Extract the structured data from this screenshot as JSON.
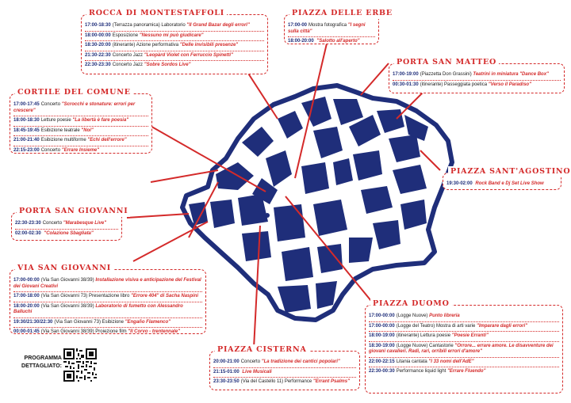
{
  "colors": {
    "map_blue": "#1f2e7a",
    "accent_red": "#d42a2a"
  },
  "boxes": {
    "rocca": {
      "title": "Rocca di Montestaffoli",
      "items": [
        {
          "time": "17:00-18:30",
          "pre": "(Terrazza panoramica) Laboratorio",
          "title": "\"Il Grand Bazar degli errori\"",
          "post": ""
        },
        {
          "time": "18:00-00:00",
          "pre": "Esposizione",
          "title": "\"Nessuno mi può giudicare\"",
          "post": ""
        },
        {
          "time": "18:30-20:00",
          "pre": "(itinerante) Azione performativa",
          "title": "\"Delle invisibili presenze\"",
          "post": ""
        },
        {
          "time": "21:30-22:30",
          "pre": "Concerto Jazz",
          "title": "\"Leopàrd Violet con Ferruccio Spinetti\"",
          "post": ""
        },
        {
          "time": "22:30-23:30",
          "pre": "Concerto Jazz",
          "title": "\"Sobre Sordos Live\"",
          "post": ""
        }
      ]
    },
    "erbe": {
      "title": "Piazza delle Erbe",
      "items": [
        {
          "time": "17:00-00",
          "pre": "Mostra fotografica",
          "title": "\"I segni sulla città\"",
          "post": ""
        },
        {
          "time": "18:00-20:00",
          "pre": "",
          "title": "\"Salotto all'aperto\"",
          "post": ""
        }
      ]
    },
    "matteo": {
      "title": "Porta San Matteo",
      "items": [
        {
          "time": "17:00-19:00",
          "pre": "(Piazzetta Don Grassini)",
          "title": "Teatrini in miniatura \"Dance Box\"",
          "post": ""
        },
        {
          "time": "00:30-01:30",
          "pre": "(itinerante) Passeggiata poetica",
          "title": "\"Verso il Paradiso\"",
          "post": ""
        }
      ]
    },
    "comune": {
      "title": "Cortile del Comune",
      "items": [
        {
          "time": "17:00-17:45",
          "pre": "Concerto",
          "title": "\"Scrocchi e stonature: errori per crescere\"",
          "post": ""
        },
        {
          "time": "18:00-18:30",
          "pre": "Letture poesie",
          "title": "\"La libertà è fare poesia\"",
          "post": ""
        },
        {
          "time": "18:45-19:45",
          "pre": "Esibizione teatrale",
          "title": "\"Noi\"",
          "post": ""
        },
        {
          "time": "21:00-21:40",
          "pre": "Esibizione multiforme",
          "title": "\"Echi dell'errore\"",
          "post": ""
        },
        {
          "time": "22:15-23:00",
          "pre": "Concerto",
          "title": "\"Errare Insieme\"",
          "post": ""
        }
      ]
    },
    "agostino": {
      "title": "Piazza Sant'Agostino",
      "items": [
        {
          "time": "19:30-02:00",
          "pre": "",
          "title": "Rock Band e Dj Set Live Show",
          "post": ""
        }
      ]
    },
    "giovanni_porta": {
      "title": "Porta San Giovanni",
      "items": [
        {
          "time": "22:30-23:30",
          "pre": "Concerto",
          "title": "\"Marabesque Live\"",
          "post": ""
        },
        {
          "time": "02:00-02:30",
          "pre": "",
          "title": "\"Colazione Sbagliata\"",
          "post": ""
        }
      ]
    },
    "via": {
      "title": "Via San Giovanni",
      "items": [
        {
          "time": "17:00-00:00",
          "pre": "(Via San Giovanni 38/39)",
          "title": "Installazione visiva e anticipazione del Festival dei Giovani Creativi",
          "post": ""
        },
        {
          "time": "17:00-18:00",
          "pre": "(Via San Giovanni 73) Presentazione libro",
          "title": "\"Errore 404\" di Sacha Naspini",
          "post": ""
        },
        {
          "time": "18:00-20:00",
          "pre": "(Via San Giovanni 38/39)",
          "title": "Laboratorio di fumetto con Alessandro Balluchi",
          "post": ""
        },
        {
          "time": "19:30/21:30/22:30",
          "pre": "(Via San Giovanni 73) Esibizione",
          "title": "\"Engaño Flamenco\"",
          "post": ""
        },
        {
          "time": "00:00-01:45",
          "pre": "(Via San Giovanni 38/39) Proiezione film",
          "title": "\"Il Corvo - trentennale\"",
          "post": ""
        }
      ]
    },
    "cisterna": {
      "title": "Piazza Cisterna",
      "items": [
        {
          "time": "20:00-21:00",
          "pre": "Concerto",
          "title": "\"La tradizione dei cantici popolari\"",
          "post": ""
        },
        {
          "time": "21:15-01:00",
          "pre": "",
          "title": "Live Musicali",
          "post": ""
        },
        {
          "time": "23:30-23:50",
          "pre": "(Via del Castello 11) Performance",
          "title": "\"Errant Psalms\"",
          "post": ""
        }
      ]
    },
    "duomo": {
      "title": "Piazza Duomo",
      "items": [
        {
          "time": "17:00-00:00",
          "pre": "(Logge Nuove)",
          "title": "Punto libreria",
          "post": ""
        },
        {
          "time": "17:00-00:00",
          "pre": "(Logge del Teatro) Mostra di arti varie",
          "title": "\"Imparare dagli errori\"",
          "post": ""
        },
        {
          "time": "18:00-19:00",
          "pre": "(itinerante) Lettura poesie",
          "title": "\"Poesie Erranti\"",
          "post": ""
        },
        {
          "time": "18:30-19:00",
          "pre": "(Logge Nuove) Cantastorie",
          "title": "\"Orrore... errare amore. Le disavventure dei giovani cavalieri. Radi, rari, orribili errori d'amore\"",
          "post": ""
        },
        {
          "time": "22:00-22:15",
          "pre": "Litania cantata",
          "title": "\"I 33 nomi dell'AdE\"",
          "post": ""
        },
        {
          "time": "22:30-00:30",
          "pre": "Performance liquid light",
          "title": "\"Errare Fluendo\"",
          "post": ""
        }
      ]
    }
  },
  "qr": {
    "label_line1": "PROGRAMMA",
    "label_line2": "DETTAGLIATO:"
  }
}
